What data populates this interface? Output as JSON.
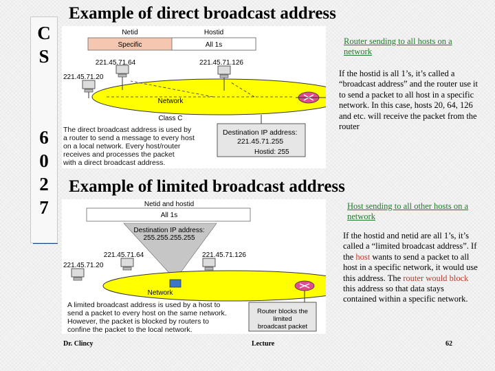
{
  "side_label": {
    "letters": [
      "C",
      "S",
      "6",
      "0",
      "2",
      "7"
    ]
  },
  "section1": {
    "title": "Example of direct broadcast address",
    "header_cells": [
      "Netid",
      "Hostid",
      "Specific",
      "All 1s"
    ],
    "hosts": {
      "h64": "221.45.71.64",
      "h126": "221.45.71.126",
      "h20": "221.45.71.20"
    },
    "network_label": "Network",
    "class_label": "Class C",
    "dest_box": {
      "line1": "Destination IP address:",
      "line2": "221.45.71.255",
      "line3": "Hostid: 255"
    },
    "caption_lines": [
      "The direct broadcast address is used by",
      "a router to send a message to every host",
      "on a local network. Every host/router",
      "receives and processes the packet",
      "with a direct broadcast address."
    ],
    "link_text": "Router sending to all hosts on a network",
    "body_text": "If the hostid is all 1’s, it’s called a “broadcast address” and the router use it to send a packet to all host in a specific network.  In this case, hosts 20, 64, 126 and etc. will receive the packet from the router"
  },
  "section2": {
    "title": "Example of limited broadcast address",
    "header_cells": [
      "Netid and hostid",
      "All 1s"
    ],
    "dest_box": {
      "line1": "Destination IP address:",
      "line2": "255.255.255.255"
    },
    "hosts": {
      "h64": "221.45.71.64",
      "h126": "221.45.71.126",
      "h20": "221.45.71.20"
    },
    "network_label": "Network",
    "router_box": [
      "Router blocks the",
      "limited",
      "broadcast packet"
    ],
    "caption_lines": [
      "A limited broadcast address is used by a host to",
      "send a packet to every host on the same network.",
      "However, the packet is blocked by routers to",
      "confine the packet to the local network."
    ],
    "link_text": "Host sending to all other hosts on a network",
    "body": {
      "p1": "If the hostid and netid are all 1’s, it’s called a “limited broadcast address”. If the ",
      "host_word": "host",
      "p2": " wants to send a packet to all host in a specific network, it would use this address. The ",
      "router_phrase": "router would block",
      "p3": " this address so that data stays contained within a specific network."
    }
  },
  "footer": {
    "author": "Dr. Clincy",
    "label": "Lecture",
    "page": "62"
  },
  "colors": {
    "side_bar": "#1f3f8a",
    "network_ellipse": "#ffff00",
    "specific_cell": "#f5c7b0",
    "router": "#e24b8d",
    "link_green": "#1e7a26",
    "highlight_red": "#c0392b"
  }
}
